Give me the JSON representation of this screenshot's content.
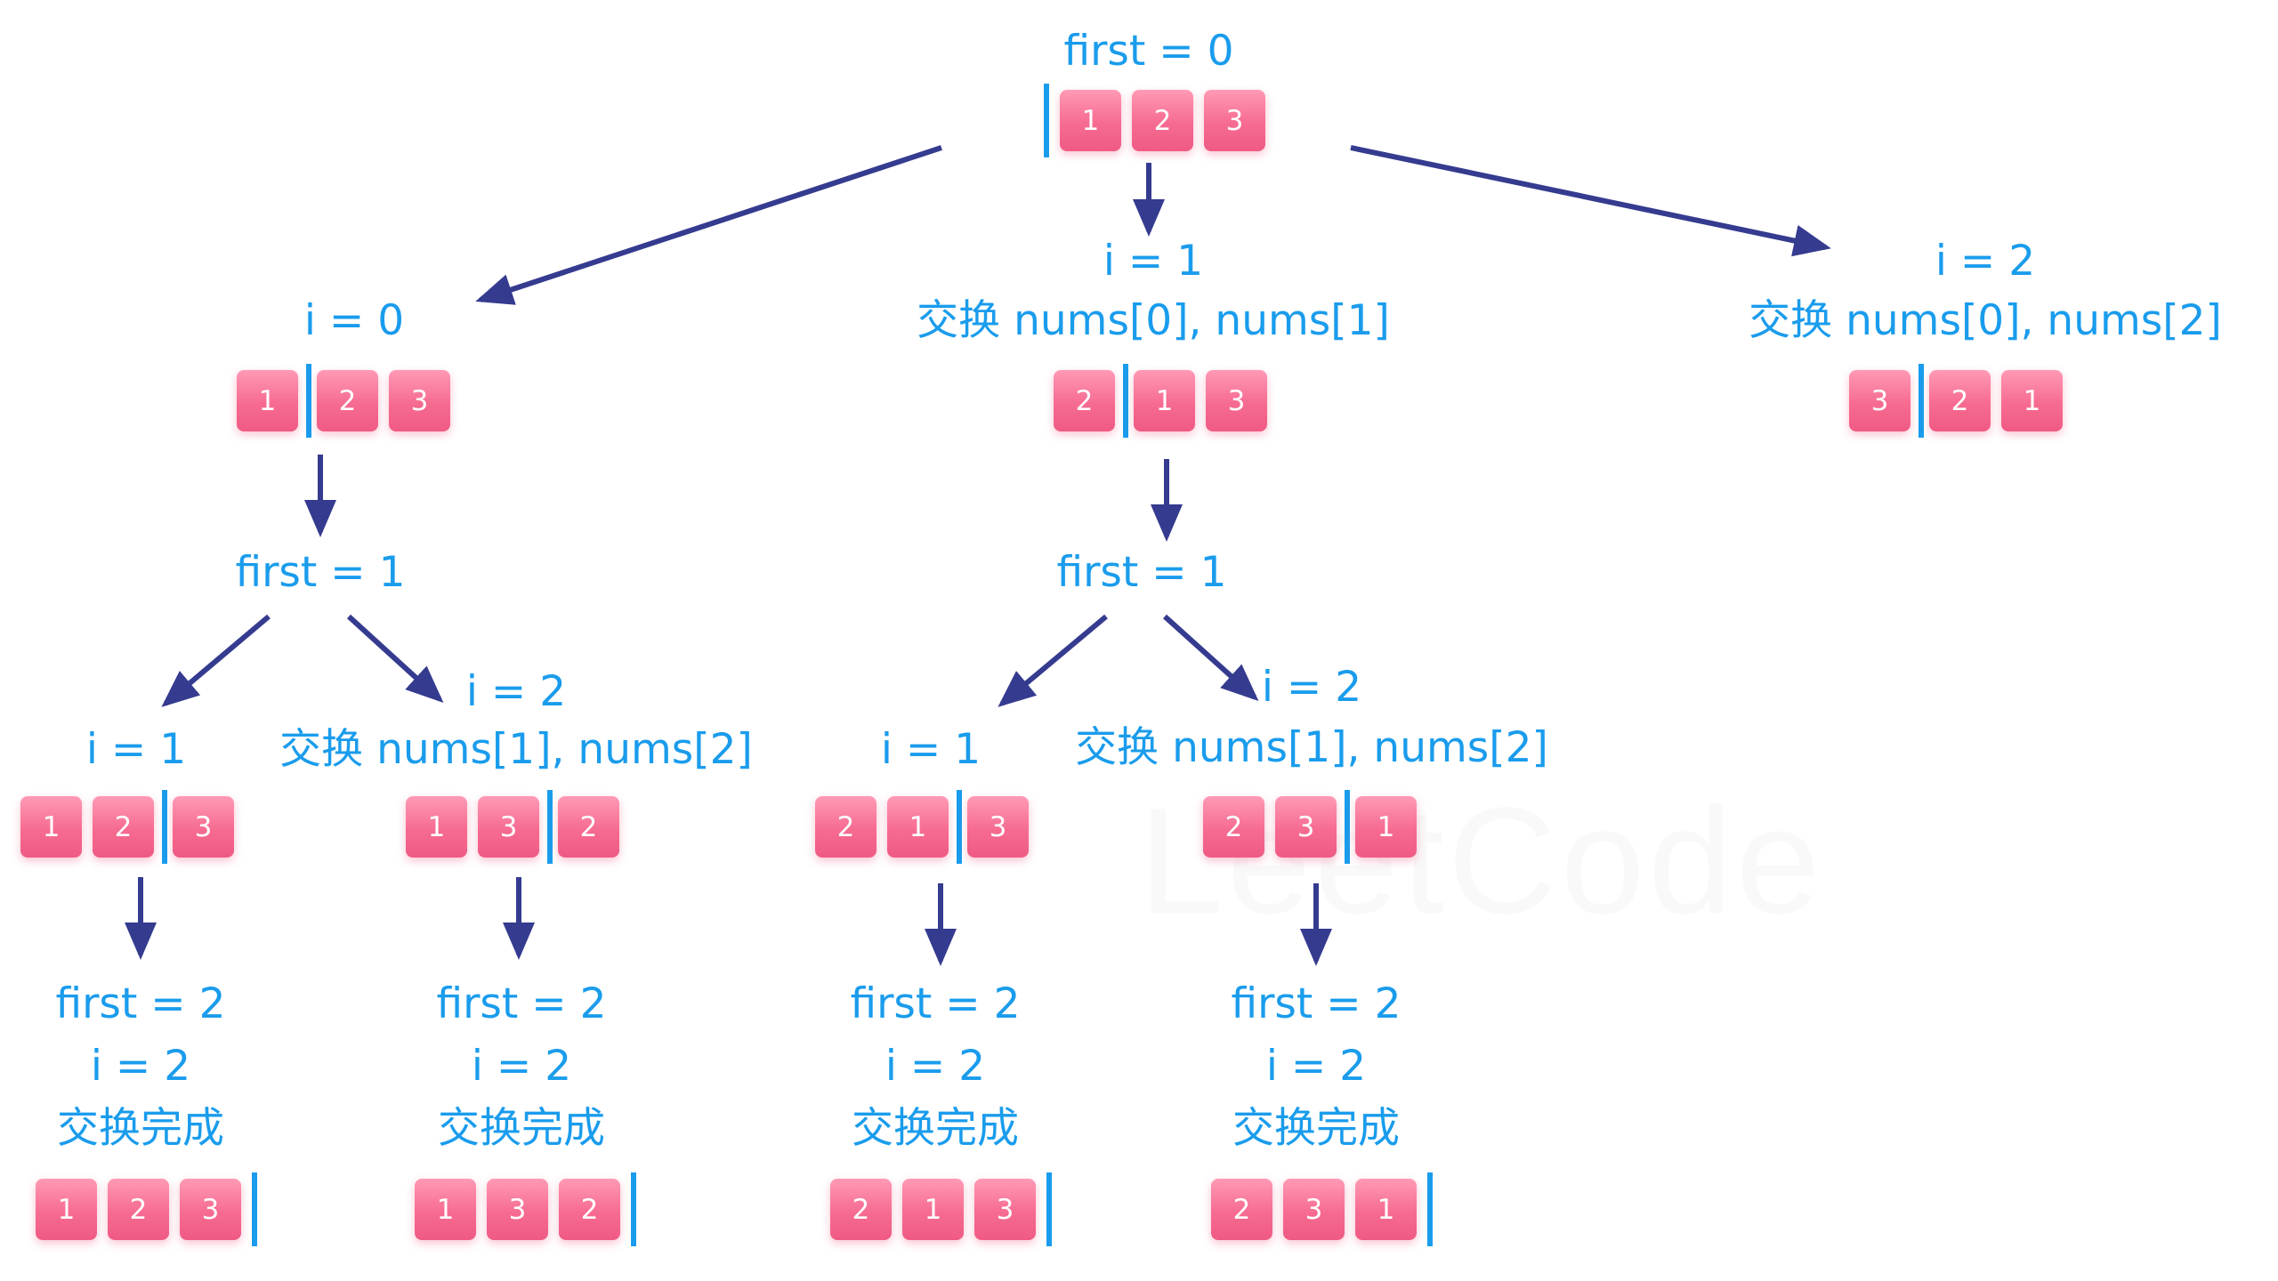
{
  "labels": {
    "root_first": "first = 0",
    "l1_i0": "i = 0",
    "l1_i1": "i = 1",
    "l1_swap01": "交换 nums[0], nums[1]",
    "l1_i2": "i = 2",
    "l1_swap02": "交换 nums[0], nums[2]",
    "l2a_first": "first = 1",
    "l2b_first": "first = 1",
    "l3a_i1": "i = 1",
    "l3a_i2": "i = 2",
    "l3a_swap12": "交换 nums[1], nums[2]",
    "l3b_i1": "i = 1",
    "l3b_i2": "i = 2",
    "l3b_swap12": "交换 nums[1], nums[2]",
    "leaf1_first": "first = 2",
    "leaf1_i": "i = 2",
    "leaf1_done": "交换完成",
    "leaf2_first": "first = 2",
    "leaf2_i": "i = 2",
    "leaf2_done": "交换完成",
    "leaf3_first": "first = 2",
    "leaf3_i": "i = 2",
    "leaf3_done": "交换完成",
    "leaf4_first": "first = 2",
    "leaf4_i": "i = 2",
    "leaf4_done": "交换完成"
  },
  "arrays": {
    "root": [
      "1",
      "2",
      "3"
    ],
    "n_i0": [
      "1",
      "2",
      "3"
    ],
    "n_i1": [
      "2",
      "1",
      "3"
    ],
    "n_i2": [
      "3",
      "2",
      "1"
    ],
    "m1": [
      "1",
      "2",
      "3"
    ],
    "m2": [
      "1",
      "3",
      "2"
    ],
    "m3": [
      "2",
      "1",
      "3"
    ],
    "m4": [
      "2",
      "3",
      "1"
    ],
    "leaf1": [
      "1",
      "2",
      "3"
    ],
    "leaf2": [
      "1",
      "3",
      "2"
    ],
    "leaf3": [
      "2",
      "1",
      "3"
    ],
    "leaf4": [
      "2",
      "3",
      "1"
    ]
  },
  "watermark": "LeetCode",
  "colors": {
    "text": "#1a9cec",
    "separator": "#1a9cec",
    "arrow": "#353b8f",
    "cell_top": "#ff9ab5",
    "cell_bottom": "#ef5a84"
  }
}
